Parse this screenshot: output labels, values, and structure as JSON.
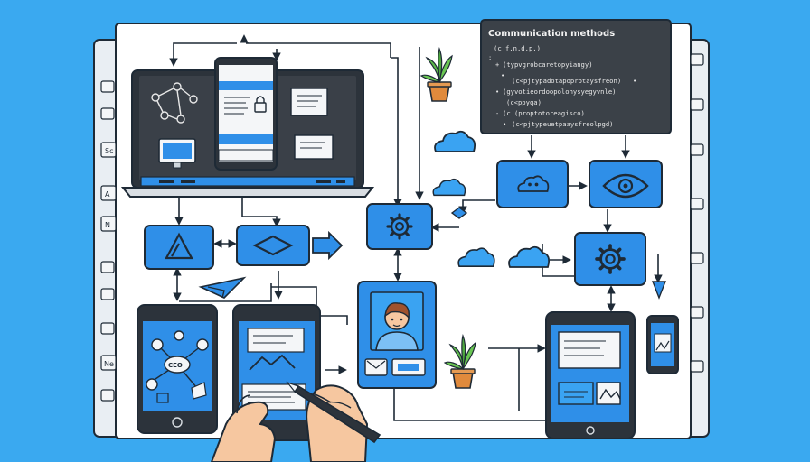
{
  "code_panel": {
    "title": "Communication methods",
    "lines": [
      "(c  f.n.d.p.)",
      "(typvgrobcaretopyiangy)",
      "(c<pjtypadotapoprotaysfreon)",
      "(gyvotieordoopolonysyegyvnle)",
      "(c<ppyqa)",
      "(c  (proptotoreagisco)",
      "(c<pjtypeuetpaaysfreolpgd)"
    ],
    "punct": [
      ";",
      "+",
      "•",
      "•",
      "•",
      "-",
      "•"
    ]
  },
  "side_tabs": [
    "Sc",
    "A",
    "N",
    "Ne"
  ],
  "phone_badge": "CEO",
  "icons": {
    "gear": "gear-icon",
    "eye": "eye-icon",
    "cloud": "cloud-icon",
    "user": "user-avatar-icon",
    "lock": "lock-icon",
    "plant": "potted-plant-icon",
    "pen": "stylus-pen-icon",
    "paper_plane": "paper-plane-icon"
  },
  "colors": {
    "background": "#3aa9f0",
    "node_blue": "#2f8fe8",
    "outline": "#1e2a36",
    "code_panel": "#3b4148",
    "plant_pot": "#e08a3c",
    "plant_leaf": "#5db84a"
  }
}
